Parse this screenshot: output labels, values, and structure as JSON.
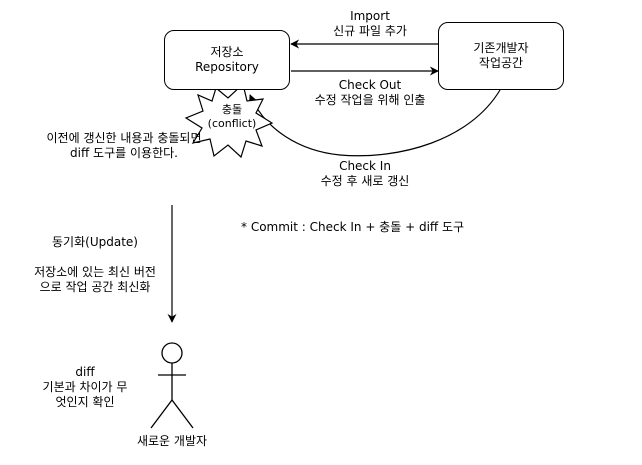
{
  "repository": {
    "line1": "저장소",
    "line2": "Repository"
  },
  "developer": {
    "line1": "기존개발자",
    "line2": "작업공간"
  },
  "import_label": {
    "line1": "Import",
    "line2": "신규 파일 추가"
  },
  "checkout_label": {
    "line1": "Check Out",
    "line2": "수정 작업을 위해 인출"
  },
  "checkin_label": {
    "line1": "Check In",
    "line2": "수정 후 새로 갱신"
  },
  "conflict": {
    "line1": "충돌",
    "line2": "(conflict)"
  },
  "conflict_note": {
    "line1": "이전에 갱신한 내용과 충돌되면",
    "line2": "diff 도구를 이용한다."
  },
  "commit_note": "* Commit : Check In + 충돌 + diff 도구",
  "update_label": {
    "line1": "동기화(Update)",
    "line2": "저장소에 있는 최신 버전",
    "line3": "으로 작업 공간 최신화"
  },
  "diff_note": {
    "line1": "diff",
    "line2": "기본과 차이가 무",
    "line3": "엇인지 확인"
  },
  "actor_label": "새로운 개발자"
}
